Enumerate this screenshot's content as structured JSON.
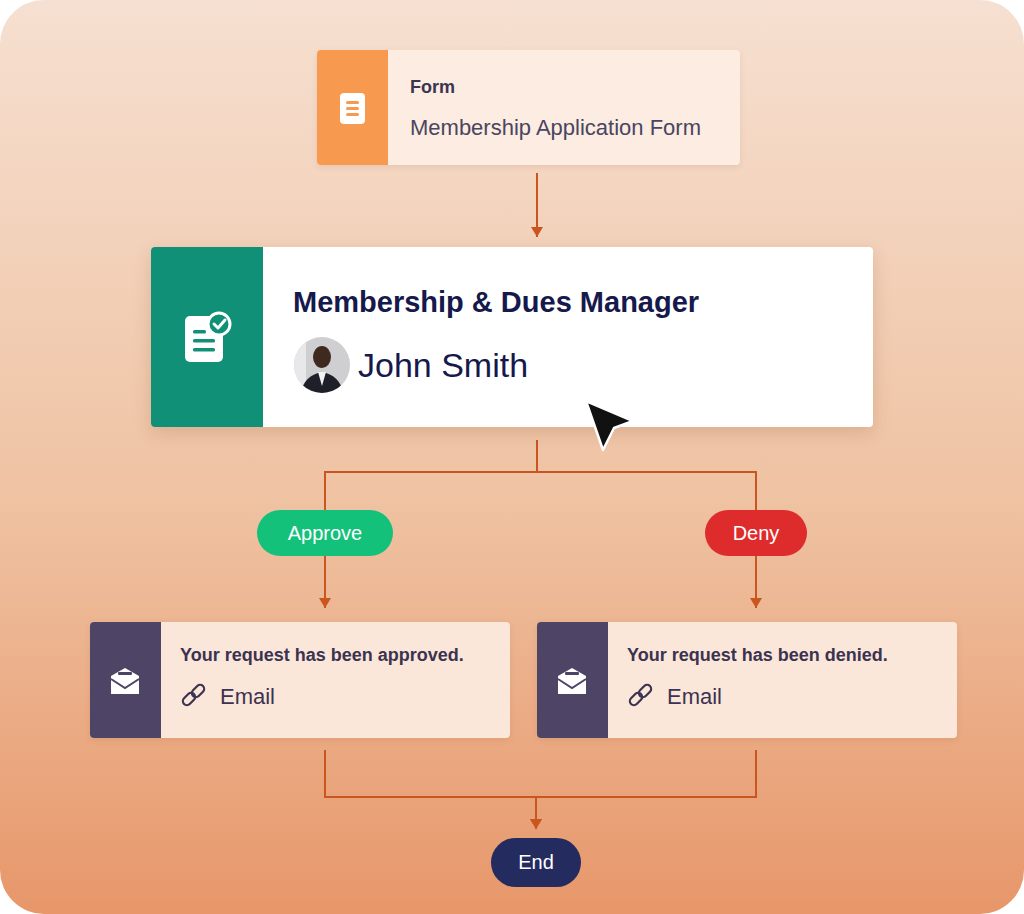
{
  "diagram": {
    "nodes": [
      {
        "text": [
          "Form",
          "Membership Application Form"
        ]
      },
      {
        "text": [
          "Membership & Dues Manager",
          "John Smith"
        ]
      },
      {
        "text": [
          "Approve"
        ]
      },
      {
        "text": [
          "Deny"
        ]
      },
      {
        "text": [
          "Your request has been approved.",
          "Email"
        ]
      },
      {
        "text": [
          "Your request has been denied.",
          "Email"
        ]
      },
      {
        "text": [
          "End"
        ]
      }
    ],
    "edges": [
      {
        "from": 0,
        "to": 1,
        "arrow": "to"
      },
      {
        "from": 1,
        "to": 2,
        "arrow": "none"
      },
      {
        "from": 1,
        "to": 3,
        "arrow": "none"
      },
      {
        "from": 2,
        "to": 4,
        "arrow": "to"
      },
      {
        "from": 3,
        "to": 5,
        "arrow": "to"
      },
      {
        "from": 4,
        "to": 6,
        "arrow": "to"
      },
      {
        "from": 5,
        "to": 6,
        "arrow": "to"
      }
    ]
  }
}
